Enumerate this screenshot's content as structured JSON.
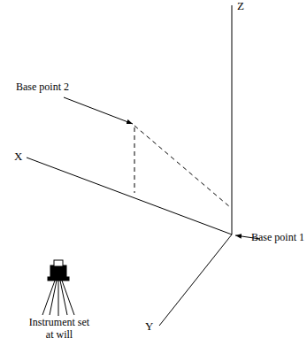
{
  "diagram": {
    "labels": [
      "Z",
      "Base point 2",
      "X",
      "Base point 1",
      "Y",
      "Instrument set at will"
    ]
  }
}
